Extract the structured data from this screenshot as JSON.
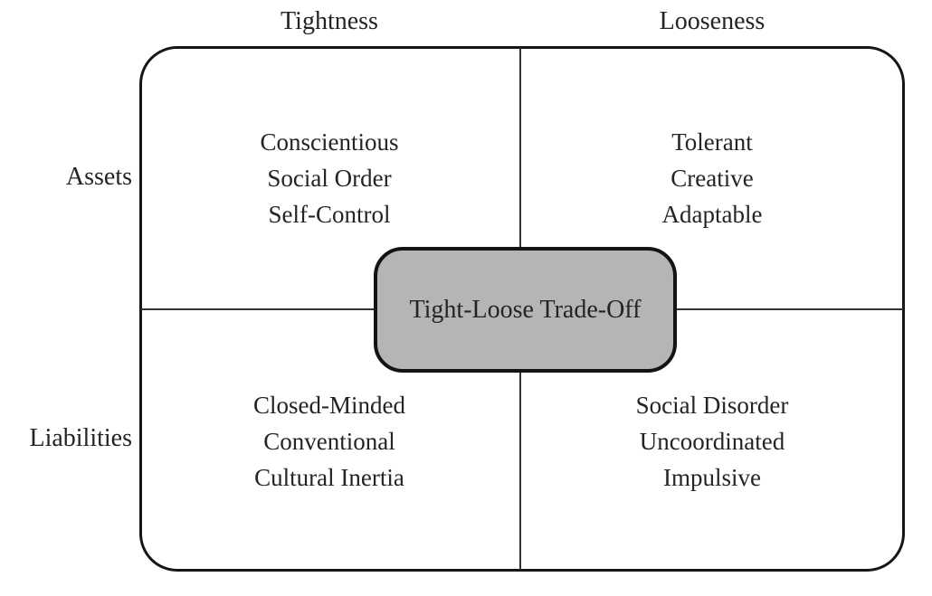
{
  "diagram": {
    "title": "Tight-Loose Trade-Off",
    "center_box": {
      "label": "Tight-Loose Trade-Off",
      "fill_color": "#b5b5b5",
      "border_color": "#131313"
    },
    "columns": [
      {
        "id": "tightness",
        "label": "Tightness"
      },
      {
        "id": "looseness",
        "label": "Looseness"
      }
    ],
    "rows": [
      {
        "id": "assets",
        "label": "Assets"
      },
      {
        "id": "liabilities",
        "label": "Liabilities"
      }
    ],
    "quadrants": {
      "tight_assets": {
        "column": "Tightness",
        "row": "Assets",
        "lines": [
          "Conscientious",
          "Social Order",
          "Self-Control"
        ]
      },
      "loose_assets": {
        "column": "Looseness",
        "row": "Assets",
        "lines": [
          "Tolerant",
          "Creative",
          "Adaptable"
        ]
      },
      "tight_liabilities": {
        "column": "Tightness",
        "row": "Liabilities",
        "lines": [
          "Closed-Minded",
          "Conventional",
          "Cultural Inertia"
        ]
      },
      "loose_liabilities": {
        "column": "Looseness",
        "row": "Liabilities",
        "lines": [
          "Social Disorder",
          "Uncoordinated",
          "Impulsive"
        ]
      }
    },
    "colors": {
      "background": "#ffffff",
      "frame_border": "#161616",
      "divider": "#333333",
      "center_box_fill": "#b5b5b5",
      "text": "#242424"
    }
  }
}
